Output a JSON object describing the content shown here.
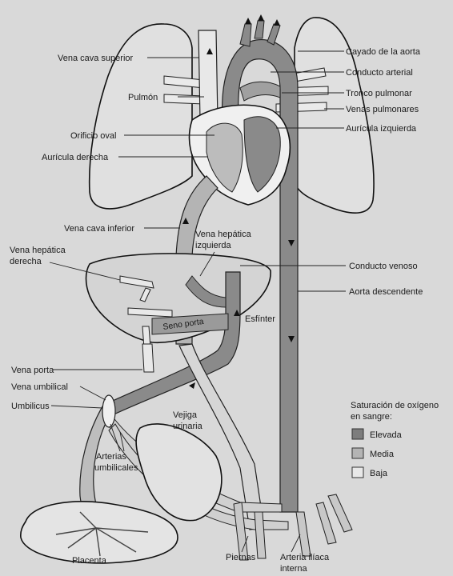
{
  "labels": {
    "vena_cava_superior": "Vena cava superior",
    "pulmon": "Pulmón",
    "orificio_oval": "Orificio oval",
    "auricula_derecha": "Aurícula derecha",
    "vena_cava_inferior": "Vena cava inferior",
    "vena_hepatica_derecha_1": "Vena hepática",
    "vena_hepatica_derecha_2": "derecha",
    "vena_hepatica_izquierda_1": "Vena hepática",
    "vena_hepatica_izquierda_2": "izquierda",
    "seno_porta": "Seno porta",
    "esfinter": "Esfínter",
    "vena_porta": "Vena porta",
    "vena_umbilical": "Vena umbilical",
    "umbilicus": "Umbilicus",
    "vejiga_1": "Vejiga",
    "vejiga_2": "urinaria",
    "arterias_umbilicales_1": "Arterias",
    "arterias_umbilicales_2": "umbilicales",
    "placenta": "Placenta",
    "piernas": "Piernas",
    "arteria_iliaca_1": "Arteria ilíaca",
    "arteria_iliaca_2": "interna",
    "cayado_aorta": "Cayado de la aorta",
    "conducto_arterial": "Conducto arterial",
    "tronco_pulmonar": "Tronco pulmonar",
    "venas_pulmonares": "Venas pulmonares",
    "auricula_izquierda": "Aurícula izquierda",
    "conducto_venoso": "Conducto venoso",
    "aorta_descendente": "Aorta descendente"
  },
  "legend": {
    "title_1": "Saturación de oxígeno",
    "title_2": "en sangre:",
    "items": [
      {
        "label": "Elevada",
        "color": "#7d7d7d"
      },
      {
        "label": "Media",
        "color": "#b4b4b4"
      },
      {
        "label": "Baja",
        "color": "#e8e8e8"
      }
    ]
  },
  "colors": {
    "high": "#7d7d7d",
    "medium": "#b4b4b4",
    "low": "#e8e8e8",
    "background": "#d9d9d9"
  }
}
